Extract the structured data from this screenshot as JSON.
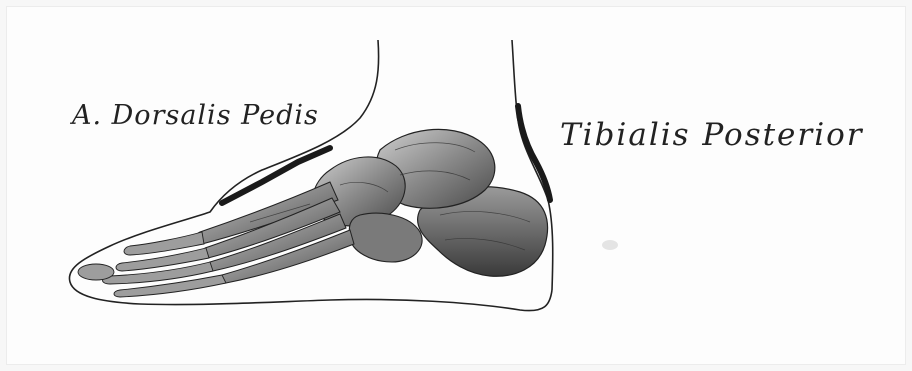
{
  "labels": {
    "dorsalis_pedis": "A. Dorsalis Pedis",
    "tibialis_posterior": "Tibialis Posterior"
  },
  "colors": {
    "ink": "#222222",
    "marker": "#1a1a1a",
    "bone_dark": "#3c3c3c",
    "bone_mid": "#7a7a7a",
    "bone_light": "#bdbdbd"
  },
  "icons": {
    "foot_skeleton": "foot-bones-illustration",
    "pulse_marker_dorsalis": "thick-line-marker",
    "pulse_marker_tibialis": "thick-line-marker"
  }
}
